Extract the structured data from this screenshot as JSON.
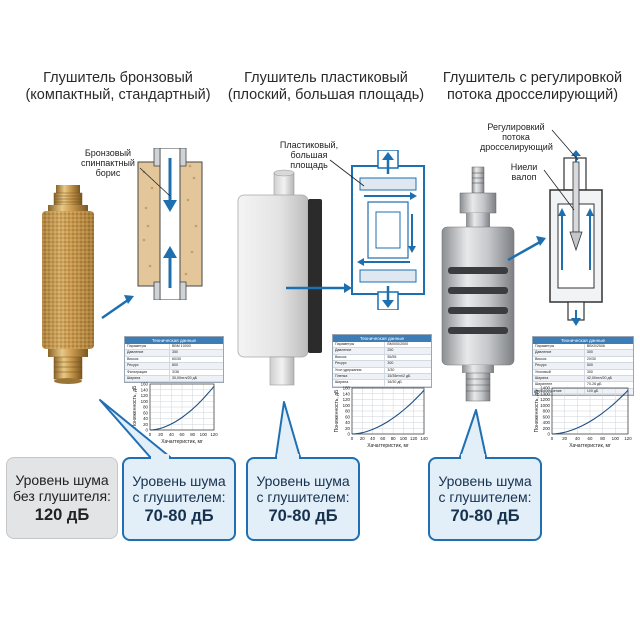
{
  "columns": [
    {
      "title_lines": [
        "Глушитель бронзовый",
        "(компактный, стандартный)"
      ],
      "callout_lines": [
        "Бронзовый",
        "спинпактный",
        "борис"
      ],
      "spec_title": "Техническая данные",
      "spec_rows": [
        [
          "Параметры",
          "ВВМ 10000"
        ],
        [
          "Давление",
          "350"
        ],
        [
          "Вискоз",
          "60/30"
        ],
        [
          "Ресурс",
          "800"
        ],
        [
          "Фильтрация",
          "3/36"
        ],
        [
          "Ширина",
          "30,00нтл/20 дБ"
        ]
      ],
      "chart": {
        "ylabel": "Пониженность, дБ",
        "xlabel": "Хачагтеристик, мг",
        "y_ticks": [
          "160",
          "140",
          "120",
          "100",
          "80",
          "60",
          "40",
          "20",
          "0"
        ],
        "x_ticks": [
          "0",
          "20",
          "40",
          "60",
          "80",
          "100",
          "120"
        ]
      },
      "noise_lines": [
        "Уровень шума",
        "без глушителя:"
      ],
      "noise_value": "120 дБ"
    },
    {
      "title_lines": [
        "Глушитель пластиковый",
        "(плоский, большая площадь)"
      ],
      "callout_lines": [
        "Пластиковый,",
        "большая",
        "площадь"
      ],
      "spec_title": "Техническая данные",
      "spec_rows": [
        [
          "Параметры",
          "ВМХ00/2000"
        ],
        [
          "Давление",
          "250"
        ],
        [
          "Вискоз",
          "55/55"
        ],
        [
          "Ресурс",
          "300"
        ],
        [
          "Угол удержания",
          "3/30"
        ],
        [
          "Пленка",
          "15/35нтл/2 дБ"
        ],
        [
          "Ширина",
          "16/30 дБ"
        ]
      ],
      "chart": {
        "ylabel": "Пониженность, дБ",
        "xlabel": "Хачагтеристик, мг",
        "y_ticks": [
          "180",
          "140",
          "120",
          "100",
          "80",
          "60",
          "40",
          "20",
          "0"
        ],
        "x_ticks": [
          "0",
          "20",
          "40",
          "60",
          "80",
          "100",
          "120",
          "140"
        ]
      },
      "noise_lines": [
        "Уровень шума",
        "с глушителем:"
      ],
      "noise_value": "70-80 дБ"
    },
    {
      "title_lines": [
        "Глушитель с регулировкой",
        "потока дросселирующий)"
      ],
      "callout_top_lines": [
        "Регулировкий",
        "потока",
        "дросселирующий"
      ],
      "callout_needle_lines": [
        "Ниели",
        "валоп"
      ],
      "spec_title": "Техническая данные",
      "spec_rows": [
        [
          "Параметры",
          "ВВХ0/2506"
        ],
        [
          "Давление",
          "300"
        ],
        [
          "Вискоз",
          "20/30"
        ],
        [
          "Ресурс",
          "500"
        ],
        [
          "Упоговый",
          "300"
        ],
        [
          "Ширина",
          "42,00нтл/20 дБ"
        ],
        [
          "Ширинене",
          "70-26 дБ"
        ],
        [
          "Звукоизлучение",
          "100 дБ"
        ]
      ],
      "chart": {
        "ylabel": "Пониженность, дБ",
        "xlabel": "Хачагтеристик, мг",
        "y_ticks": [
          "1400",
          "1300",
          "1200",
          "1000",
          "800",
          "600",
          "400",
          "200",
          "0"
        ],
        "x_ticks": [
          "0",
          "20",
          "40",
          "60",
          "80",
          "100",
          "120"
        ]
      },
      "noise_lines": [
        "Уровень шума",
        "с глушителем:"
      ],
      "noise_value": "70-80 дБ"
    }
  ],
  "extra_noise": {
    "noise_lines": [
      "Уровень шума",
      "с глушителем:"
    ],
    "noise_value": "70-80 дБ"
  },
  "colors": {
    "brass": "#c99a4e",
    "bronze_fill": "#e3c79a",
    "diagram_blue": "#1d6fb0",
    "callout_blue": "#1f6fb2",
    "noise_gray": "#e2e4e6",
    "noise_blue": "#e2eef8",
    "plastic": "#e6e6e6",
    "metal": "#c7c9cc"
  },
  "icons": [
    "bronze-muffler-icon",
    "plastic-muffler-icon",
    "throttle-muffler-icon",
    "flow-arrow-icon"
  ]
}
